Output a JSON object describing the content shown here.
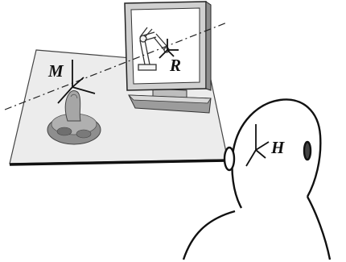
{
  "labels": {
    "master": "M",
    "robot": "R",
    "human": "H"
  },
  "colors": {
    "table_fill": "#ececec",
    "table_edge": "#111111",
    "outline": "#1a1a1a",
    "joystick_body": "#9a9a9a",
    "monitor_bezel": "#cfcfcf",
    "screen": "#ffffff",
    "dashed_axis": "#222222"
  },
  "icons": {
    "joystick": "joystick-icon",
    "monitor": "monitor-icon",
    "robot_arm": "robot-arm-icon",
    "head": "human-head-icon"
  }
}
